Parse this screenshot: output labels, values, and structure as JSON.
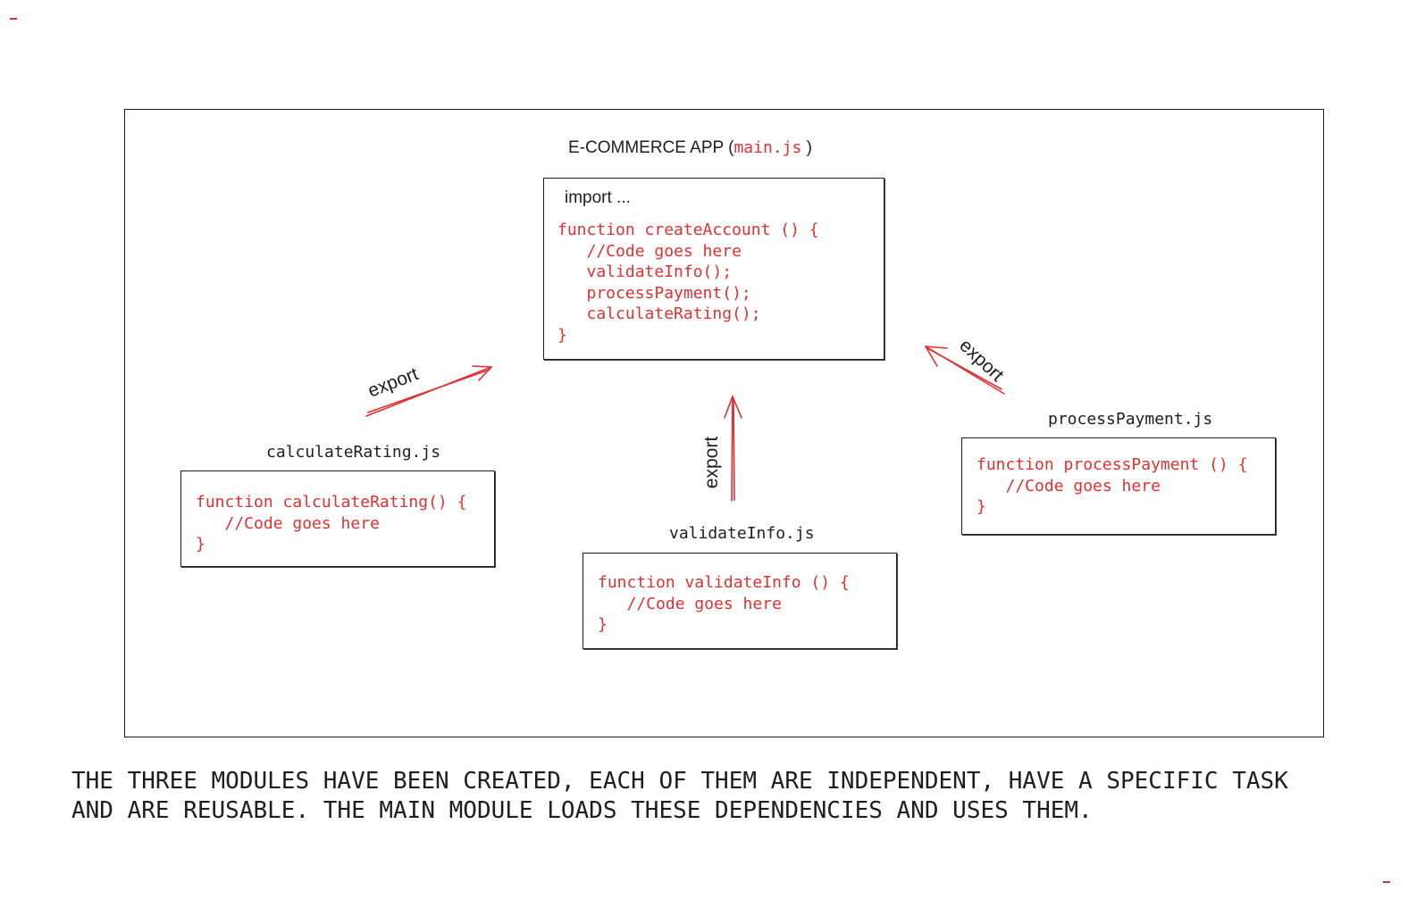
{
  "colors": {
    "accent_red": "#e03131",
    "stroke": "#1e1e1e"
  },
  "main_module": {
    "title_prefix": "E-COMMERCE APP",
    "title_open": "(",
    "title_file": "main.js",
    "title_close": ")",
    "import_line": "import ...",
    "code_lines": [
      "function createAccount () {",
      "   //Code goes here",
      "   validateInfo();",
      "   processPayment();",
      "   calculateRating();",
      "}"
    ]
  },
  "modules": {
    "calculate_rating": {
      "file": "calculateRating.js",
      "code_lines": [
        "function calculateRating() {",
        "   //Code goes here",
        "}"
      ]
    },
    "validate_info": {
      "file": "validateInfo.js",
      "code_lines": [
        "function validateInfo () {",
        "   //Code goes here",
        "}"
      ]
    },
    "process_payment": {
      "file": "processPayment.js",
      "code_lines": [
        "function processPayment () {",
        "   //Code goes here",
        "}"
      ]
    }
  },
  "arrows": {
    "left_label": "export",
    "middle_label": "export",
    "right_label": "export"
  },
  "caption": {
    "line1": "THE THREE MODULES HAVE BEEN CREATED, EACH OF THEM ARE INDEPENDENT, HAVE A SPECIFIC TASK",
    "line2": "AND ARE REUSABLE. THE MAIN MODULE LOADS THESE DEPENDENCIES AND USES THEM."
  }
}
